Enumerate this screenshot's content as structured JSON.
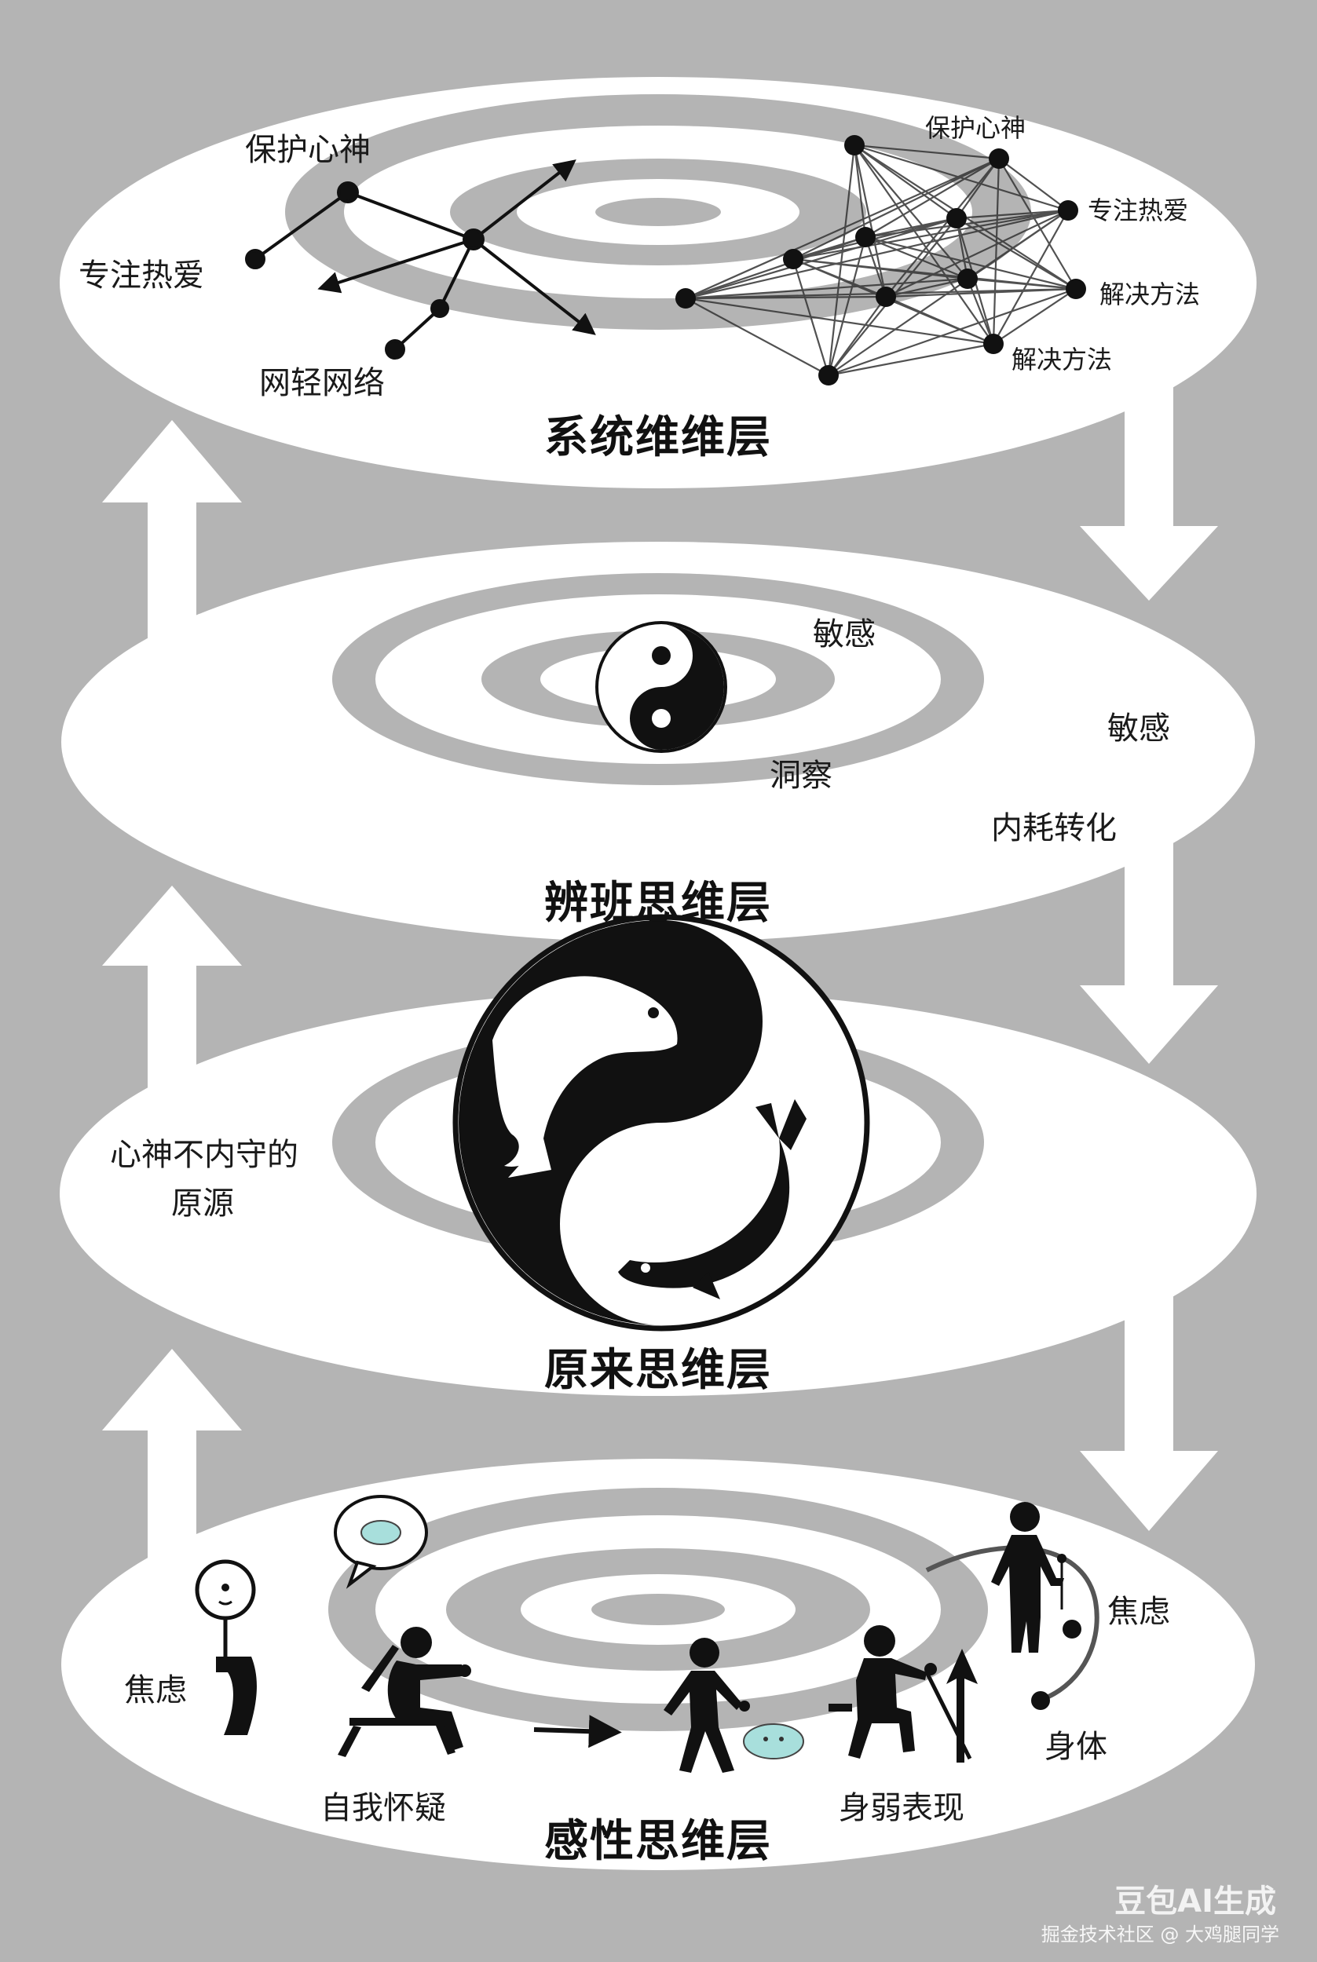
{
  "levels": {
    "systems": {
      "title": "系统维维层",
      "left_labels": {
        "protect": "保护心神",
        "focus": "专注热爱",
        "network": "网轻网络"
      },
      "right_labels": {
        "protect": "保护心神",
        "focus": "专注热爱",
        "solve1": "解决方法",
        "solve2": "解决方法"
      }
    },
    "dialectic": {
      "title": "辨班思维层",
      "labels": {
        "sensitive_inner": "敏感",
        "insight": "洞察",
        "sensitive_outer": "敏感",
        "transform": "内耗转化"
      }
    },
    "origin": {
      "title": "原来思维层",
      "labels": {
        "root_line1": "心神不内守的",
        "root_line2": "原源"
      }
    },
    "perceptual": {
      "title": "感性思维层",
      "labels": {
        "anxiety_left": "焦虑",
        "self_doubt": "自我怀疑",
        "weak_body": "身弱表现",
        "anxiety_right": "焦虑",
        "body": "身体"
      }
    }
  },
  "watermark": {
    "brand": "豆包AI生成",
    "source": "掘金技术社区 @ 大鸡腿同学"
  },
  "colors": {
    "background": "#b4b4b4",
    "ring": "#ffffff",
    "ink": "#111111",
    "cloud_accent": "#a8dfdc"
  }
}
